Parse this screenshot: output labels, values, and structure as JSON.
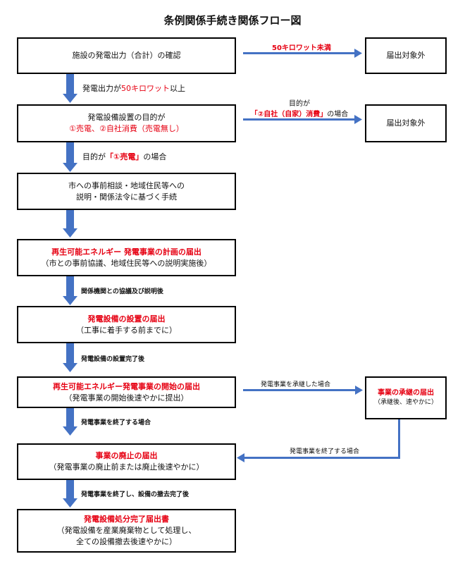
{
  "title": "条例関係手続き関係フロー図",
  "steps": {
    "s1": "施設の発電出力（合計）の確認",
    "s2_l1": "発電設備設置の目的が",
    "s2_l2": "①売電、②自社消費（売電無し）",
    "s3_l1": "市への事前相談・地域住民等への",
    "s3_l2": "説明・関係法令に基づく手続",
    "s4_l1": "再生可能エネルギー 発電事業の計画の届出",
    "s4_l2": "（市との事前協議、地域住民等への説明実施後）",
    "s5_l1": "発電設備の設置の届出",
    "s5_l2": "（工事に着手する前までに）",
    "s6_l1": "再生可能エネルギー発電事業の開始の届出",
    "s6_l2": "（発電事業の開始後速やかに提出）",
    "s7_l1": "事業の廃止の届出",
    "s7_l2": "（発電事業の廃止前または廃止後速やかに）",
    "s8_l1": "発電設備処分完了届出書",
    "s8_l2": "（発電設備を産業廃棄物として処理し、",
    "s8_l3": "全ての設備撤去後速やかに）"
  },
  "side": {
    "ex1": "届出対象外",
    "ex2": "届出対象外",
    "succ_l1": "事業の承継の届出",
    "succ_l2": "（承継後、速やかに）"
  },
  "labels": {
    "a1_red": "50キロワット未満",
    "d1_pre": "発電出力が",
    "d1_red": "50キロワット",
    "d1_post": "以上",
    "a2_l1": "目的が",
    "a2_red": "「②自社（自家）消費」",
    "a2_post": "の場合",
    "d2_pre": "目的が",
    "d2_red": "「①売電」",
    "d2_post": "の場合",
    "d4": "関係機関との協議及び説明後",
    "d5": "発電設備の設置完了後",
    "a6": "発電事業を承継した場合",
    "d6": "発電事業を終了する場合",
    "a7": "発電事業を終了する場合",
    "d7": "発電事業を終了し、設備の撤去完了後"
  },
  "colors": {
    "arrow": "#4472c4",
    "accent_red": "#e60012",
    "border": "#000000"
  }
}
